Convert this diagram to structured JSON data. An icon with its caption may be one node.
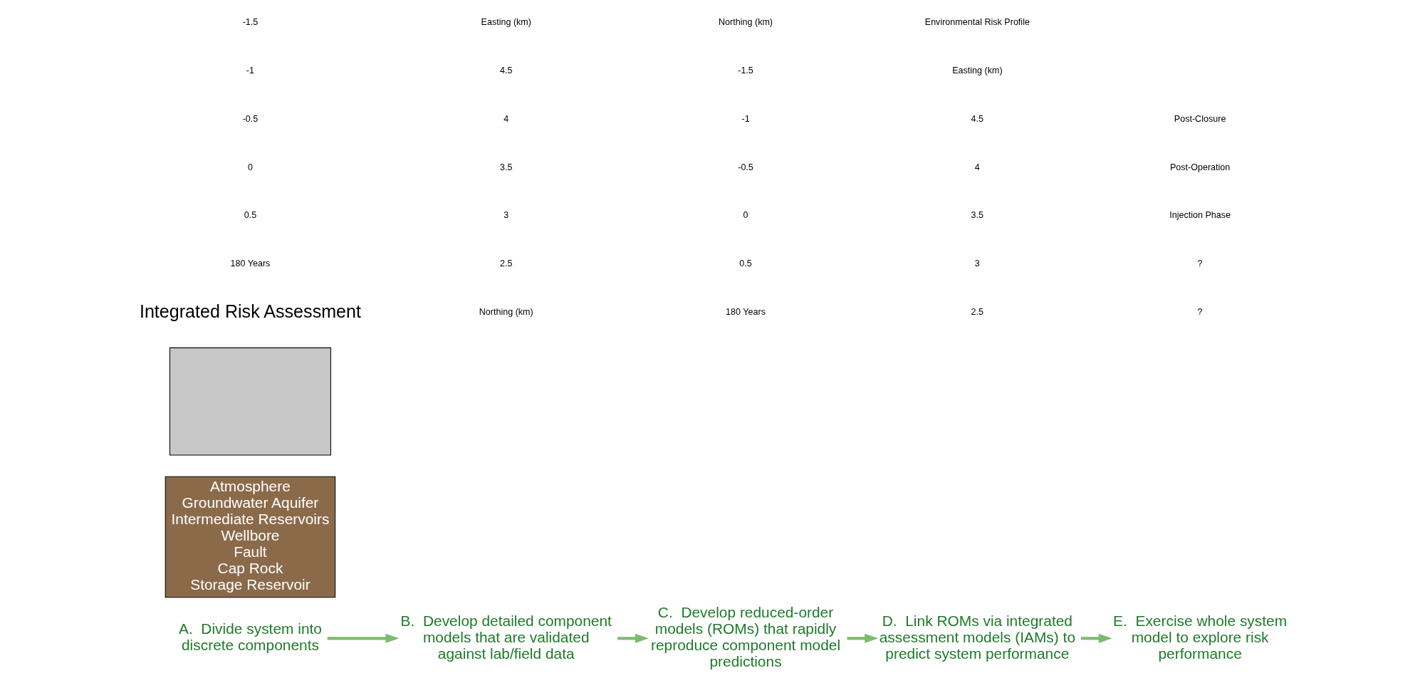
{
  "diagram": {
    "nodes": [
      {
        "text": [
          "A.  Divide system into discrete components"
        ]
      },
      {
        "text": [
          "B.  Develop detailed component models that are validated against lab/field data"
        ]
      },
      {
        "text": [
          "C.  Develop reduced-order models (ROMs) that rapidly reproduce component model predictions"
        ]
      },
      {
        "text": [
          "D.  Link ROMs via integrated assessment models (IAMs) to predict system performance"
        ]
      },
      {
        "text": [
          "E.  Exercise whole system model to explore risk performance"
        ]
      },
      {
        "text": [
          "Atmosphere",
          "Groundwater Aquifer",
          "Intermediate Reservoirs",
          "Wellbore",
          "Fault",
          "Cap Rock",
          "Storage Reservoir"
        ]
      },
      {
        "text": [],
        "shape": "box"
      }
    ],
    "edges": [
      {
        "from": 0,
        "to": 1,
        "arrow": "to"
      },
      {
        "from": 1,
        "to": 2,
        "arrow": "to"
      },
      {
        "from": 2,
        "to": 3,
        "arrow": "to"
      },
      {
        "from": 3,
        "to": 4,
        "arrow": "to"
      }
    ],
    "labels": [
      "Integrated Risk Assessment",
      "180 Years",
      "0.5",
      "0",
      "-0.5",
      "-1",
      "-1.5",
      "Northing (km)",
      "2.5",
      "3",
      "3.5",
      "4",
      "4.5",
      "Easting (km)",
      "180 Years",
      "0.5",
      "0",
      "-0.5",
      "-1",
      "-1.5",
      "Northing (km)",
      "2.5",
      "3",
      "3.5",
      "4",
      "4.5",
      "Easting (km)",
      "Environmental Risk Profile",
      "?",
      "?",
      "Injection Phase",
      "Post-Operation",
      "Post-Closure"
    ]
  }
}
